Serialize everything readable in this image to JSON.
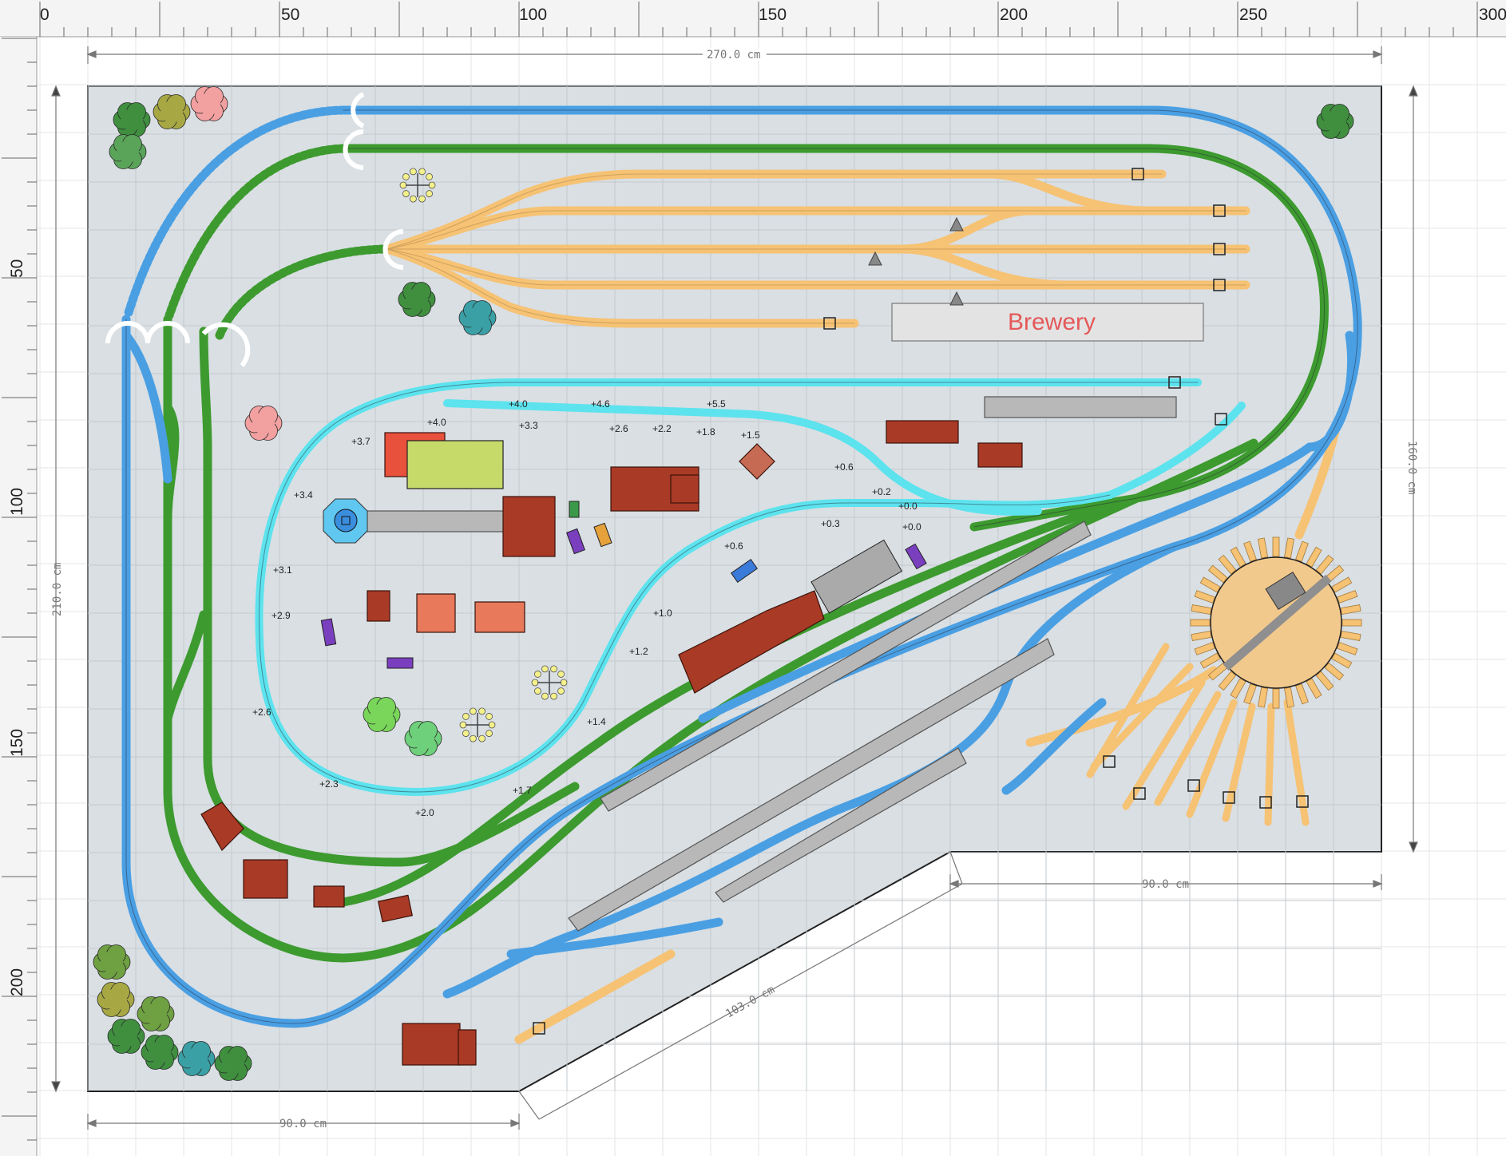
{
  "ruler": {
    "top_labels": [
      "0",
      "50",
      "100",
      "150",
      "200",
      "250",
      "300"
    ],
    "left_labels": [
      "50",
      "100",
      "150",
      "200"
    ]
  },
  "dimensions": {
    "width_total": "270.0 cm",
    "height_right": "160.0 cm",
    "height_left": "210.0 cm",
    "bottom_left": "90.0 cm",
    "bottom_right": "90.0 cm",
    "diagonal": "103.0 cm"
  },
  "labels": {
    "brewery": "Brewery"
  },
  "grades": [
    "+3.7",
    "+4.0",
    "+4.0",
    "+3.3",
    "+4.6",
    "+2.6",
    "+2.2",
    "+5.5",
    "+1.8",
    "+1.5",
    "+0.6",
    "+0.2",
    "+0.0",
    "+0.0",
    "+0.3",
    "+0.6",
    "+3.4",
    "+3.1",
    "+2.9",
    "+2.6",
    "+2.3",
    "+2.0",
    "+1.7",
    "+1.4",
    "+1.2",
    "+1.0"
  ],
  "colors": {
    "board": "#d9dfe3",
    "grid": "#c3c9cd",
    "main_blue": "#4a9fe3",
    "main_green": "#3d9a2f",
    "yard_orange": "#f6c274",
    "branch_cyan": "#5ce3ee",
    "building": "#a93a26",
    "platform": "#b8b8b8"
  }
}
